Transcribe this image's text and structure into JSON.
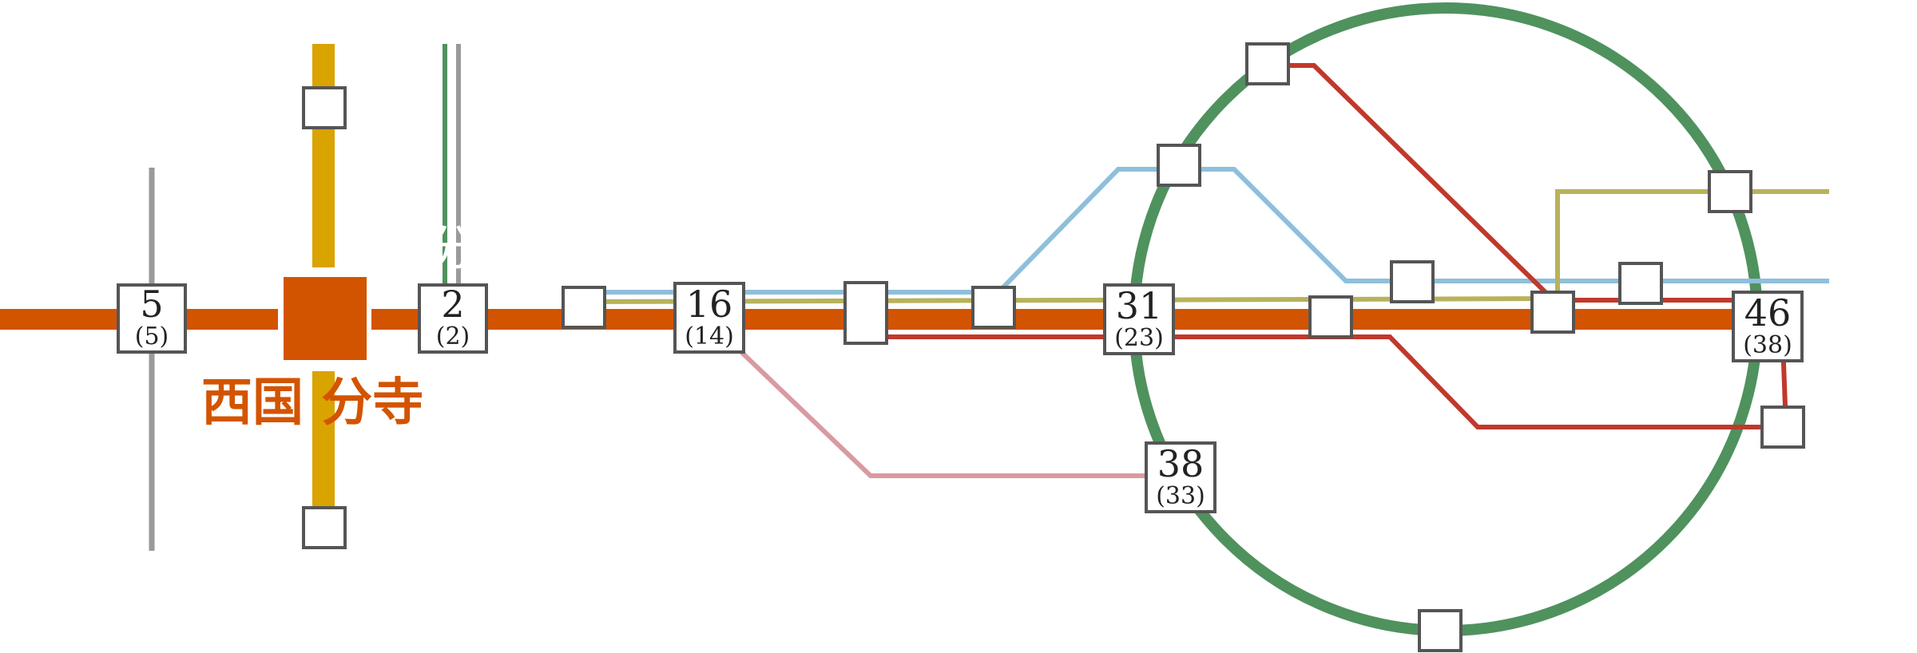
{
  "colors": {
    "chuo_line": "#d35400",
    "hub_vertical": "#d9a300",
    "loop_line": "#4f925e",
    "gray_line": "#9a9a9a",
    "blue_line": "#8ebfdb",
    "olive_line": "#b8b25a",
    "red_line": "#c0392b",
    "pink_line": "#d99aa2"
  },
  "hub": {
    "label": "西国 分寺",
    "ghost_label": "分"
  },
  "stations": [
    {
      "id": "s5",
      "main": "5",
      "sub": "(5)"
    },
    {
      "id": "s2",
      "main": "2",
      "sub": "(2)"
    },
    {
      "id": "s16",
      "main": "16",
      "sub": "(14)"
    },
    {
      "id": "s31",
      "main": "31",
      "sub": "(23)"
    },
    {
      "id": "s38",
      "main": "38",
      "sub": "(33)"
    },
    {
      "id": "s46",
      "main": "46",
      "sub": "(38)"
    }
  ]
}
